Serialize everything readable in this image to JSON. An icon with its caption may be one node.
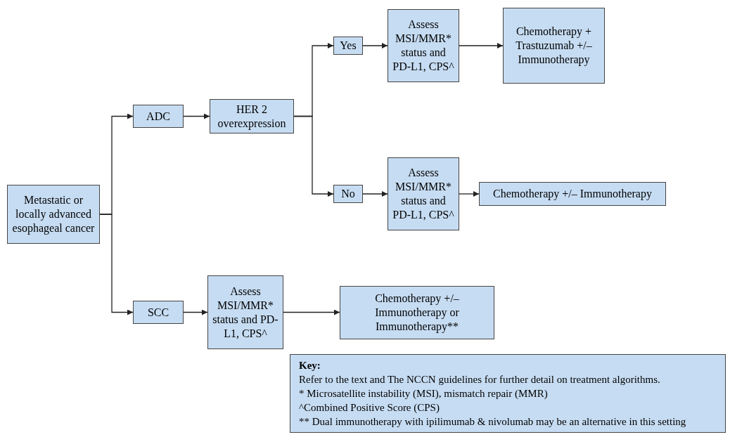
{
  "diagram": {
    "nodes": [
      {
        "text": [
          "Metastatic or locally advanced esophageal cancer"
        ]
      },
      {
        "text": [
          "ADC"
        ]
      },
      {
        "text": [
          "HER 2 overexpression"
        ]
      },
      {
        "text": [
          "Yes"
        ]
      },
      {
        "text": [
          "Assess MSI/MMR* status and PD-L1, CPS^"
        ]
      },
      {
        "text": [
          "Chemotherapy + Trastuzumab +/– Immunotherapy"
        ]
      },
      {
        "text": [
          "No"
        ]
      },
      {
        "text": [
          "Assess MSI/MMR* status and PD-L1, CPS^"
        ]
      },
      {
        "text": [
          "Chemotherapy +/– Immunotherapy"
        ]
      },
      {
        "text": [
          "SCC"
        ]
      },
      {
        "text": [
          "Assess MSI/MMR* status and PD-L1, CPS^"
        ]
      },
      {
        "text": [
          "Chemotherapy +/– Immunotherapy or Immunotherapy**"
        ]
      },
      {
        "text": [
          "Key:",
          "Refer to the text and The NCCN guidelines for further detail on treatment algorithms.",
          "* Microsatellite instability (MSI), mismatch repair (MMR)",
          "^Combined Positive Score (CPS)",
          "** Dual immunotherapy with ipilimumab & nivolumab may be an alternative in this setting"
        ]
      }
    ],
    "edges": [
      {
        "from": 0,
        "to": 1,
        "arrow": "to"
      },
      {
        "from": 0,
        "to": 9,
        "arrow": "to"
      },
      {
        "from": 1,
        "to": 2,
        "arrow": "to"
      },
      {
        "from": 2,
        "to": 3,
        "arrow": "to"
      },
      {
        "from": 2,
        "to": 6,
        "arrow": "to"
      },
      {
        "from": 3,
        "to": 4,
        "arrow": "to"
      },
      {
        "from": 4,
        "to": 5,
        "arrow": "to"
      },
      {
        "from": 6,
        "to": 7,
        "arrow": "to"
      },
      {
        "from": 7,
        "to": 8,
        "arrow": "to"
      },
      {
        "from": 9,
        "to": 10,
        "arrow": "to"
      },
      {
        "from": 10,
        "to": 11,
        "arrow": "to"
      }
    ]
  }
}
